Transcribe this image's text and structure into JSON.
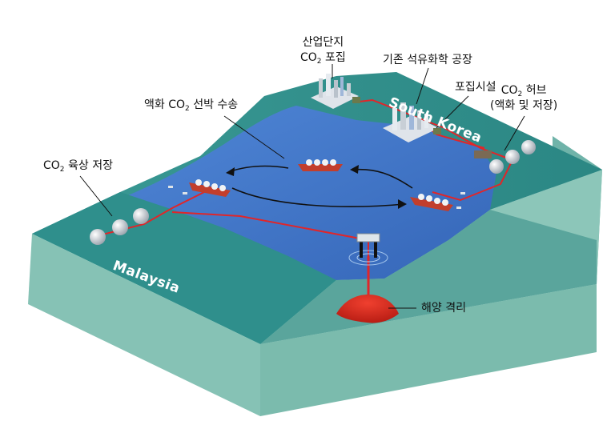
{
  "labels": {
    "industrial": {
      "line1": "산업단지",
      "co": "CO",
      "sub": "2",
      "rest": " 포집"
    },
    "existing_plant": "기존 석유화학 공장",
    "capture_facility": "포집시설",
    "hub": {
      "co": "CO",
      "sub": "2",
      "rest": " 허브",
      "line2": "(액화 및 저장)"
    },
    "shipping": {
      "pre": "액화 ",
      "co": "CO",
      "sub": "2",
      "rest": " 선박 수송"
    },
    "onshore": {
      "co": "CO",
      "sub": "2",
      "rest": " 육상 저장"
    },
    "ocean": "해양 격리"
  },
  "regions": {
    "south_korea": "South Korea",
    "malaysia": "Malaysia"
  },
  "colors": {
    "land_top": "#2f8f8c",
    "land_side": "#6fb9b0",
    "land_front": "#8fcabd",
    "sea": "#3f74c7",
    "pipeline": "#e0262a",
    "reservoir": "#d42a1f"
  }
}
